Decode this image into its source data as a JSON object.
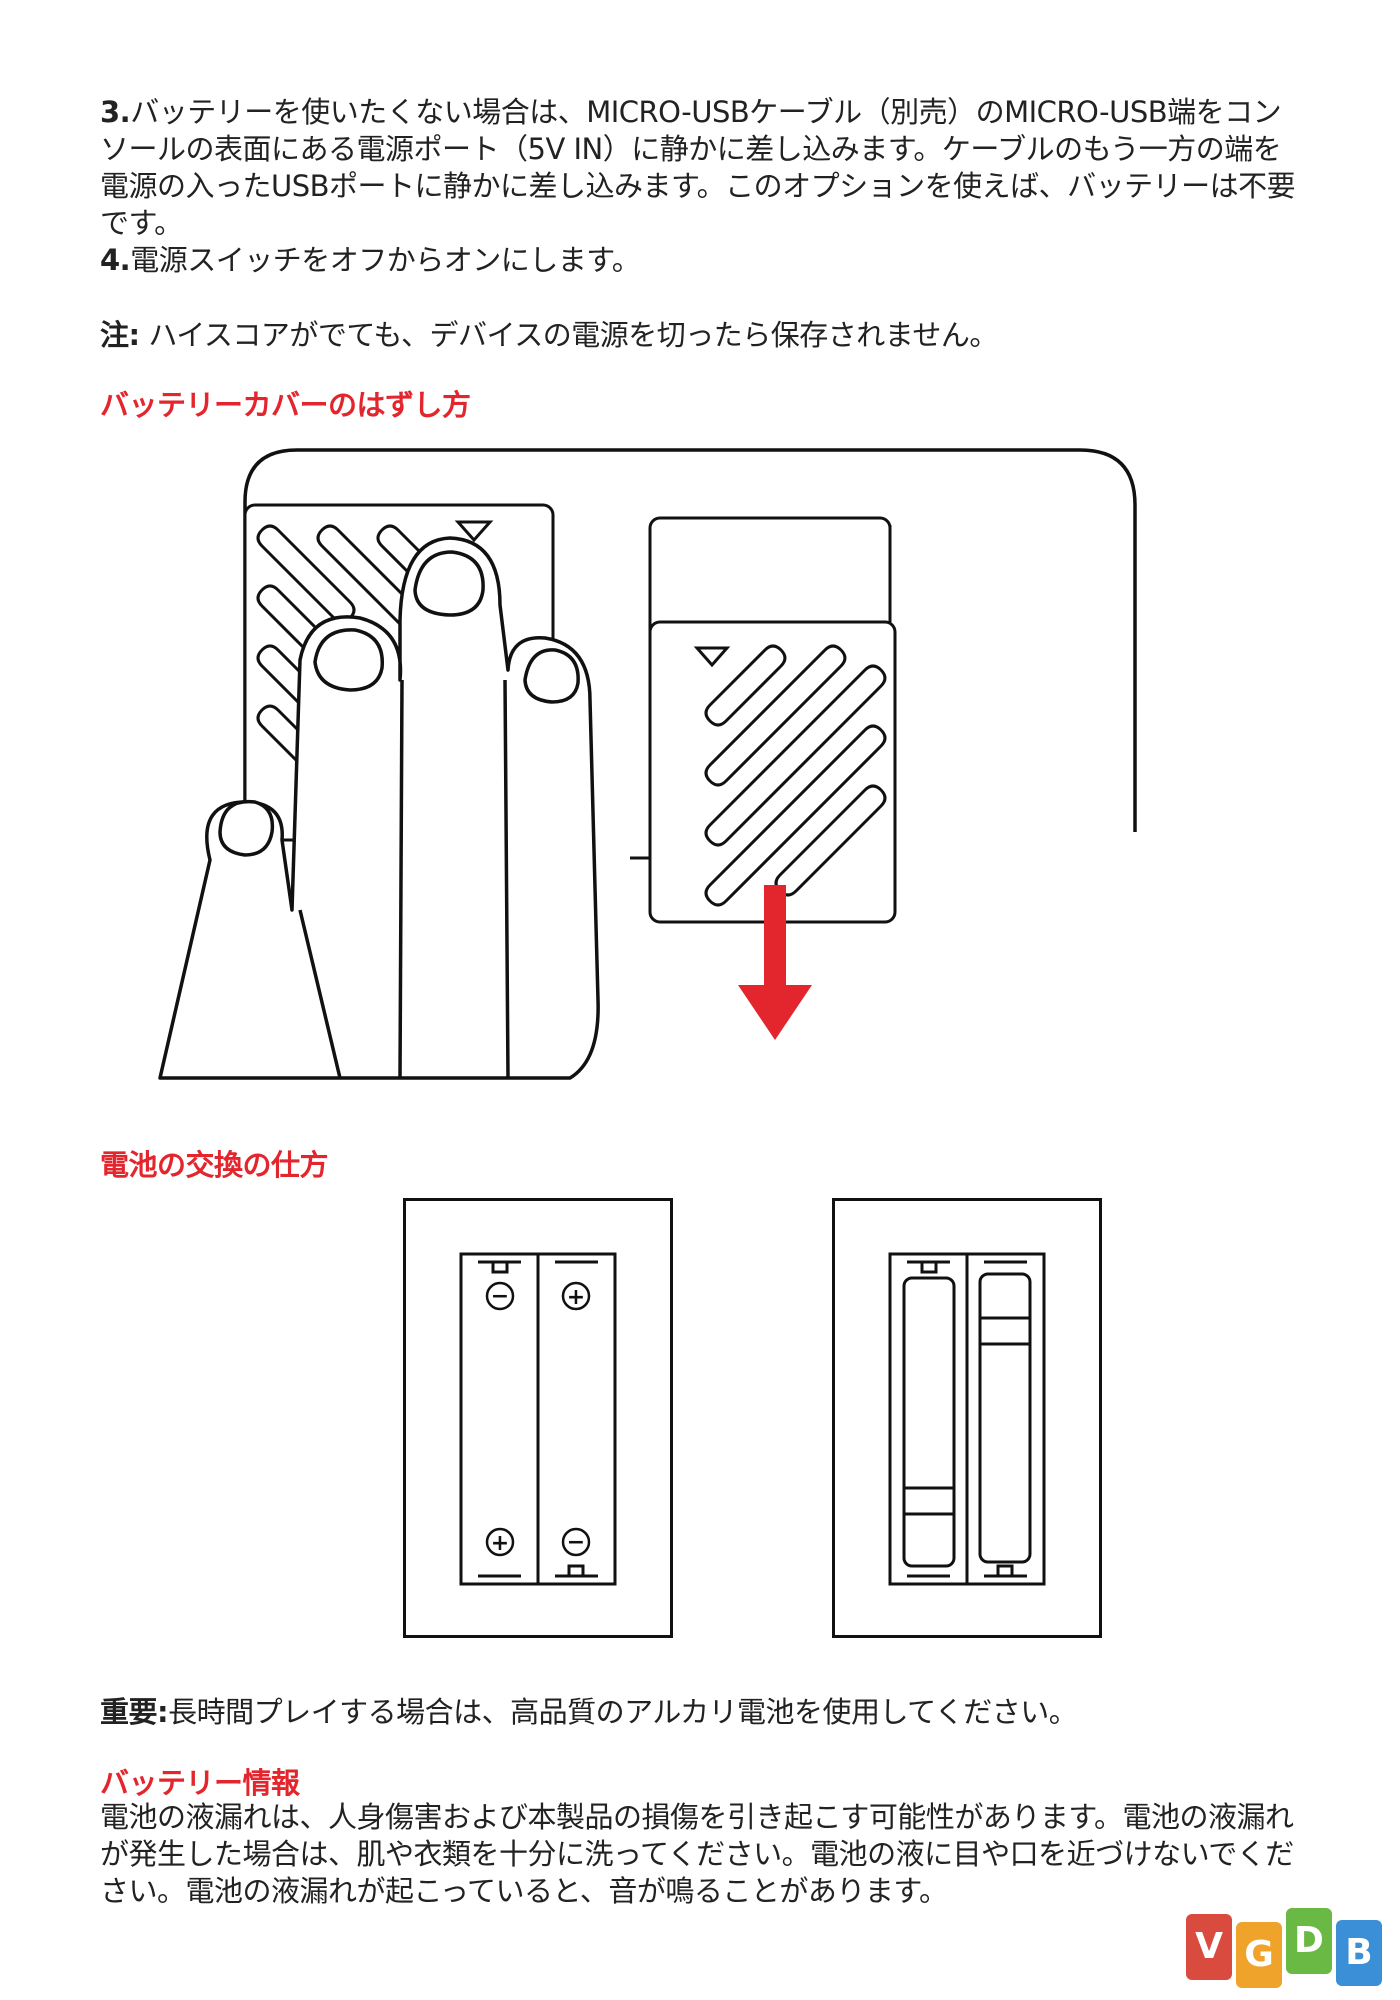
{
  "step3": {
    "number": "3.",
    "text": "バッテリーを使いたくない場合は、MICRO-USBケーブル（別売）のMICRO-USB端をコンソールの表面にある電源ポート（5V IN）に静かに差し込みます。ケーブルのもう一方の端を電源の入ったUSBポートに静かに差し込みます。このオプションを使えば、バッテリーは不要です。"
  },
  "step4": {
    "number": "4.",
    "text": "電源スイッチをオフからオンにします。"
  },
  "note": {
    "label": "注:",
    "text": " ハイスコアがでても、デバイスの電源を切ったら保存されません。"
  },
  "section_cover": {
    "heading": "バッテリーカバーのはずし方"
  },
  "section_replace": {
    "heading": "電池の交換の仕方"
  },
  "polarity": {
    "minus": "−",
    "plus": "+"
  },
  "important": {
    "label": "重要:",
    "text": "長時間プレイする場合は、高品質のアルカリ電池を使用してください。"
  },
  "battery_info": {
    "heading": "バッテリー情報",
    "text": "電池の液漏れは、人身傷害および本製品の損傷を引き起こす可能性があります。電池の液漏れが発生した場合は、肌や衣類を十分に洗ってください。電池の液に目や口を近づけないでください。電池の液漏れが起こっていると、音が鳴ることがあります。"
  },
  "logo": {
    "letters": [
      "V",
      "G",
      "D",
      "B"
    ],
    "colors": [
      "#d94b3f",
      "#f0a32a",
      "#6bb945",
      "#3a8fd6"
    ]
  },
  "colors": {
    "accent_red": "#e3262d",
    "text": "#222222"
  }
}
